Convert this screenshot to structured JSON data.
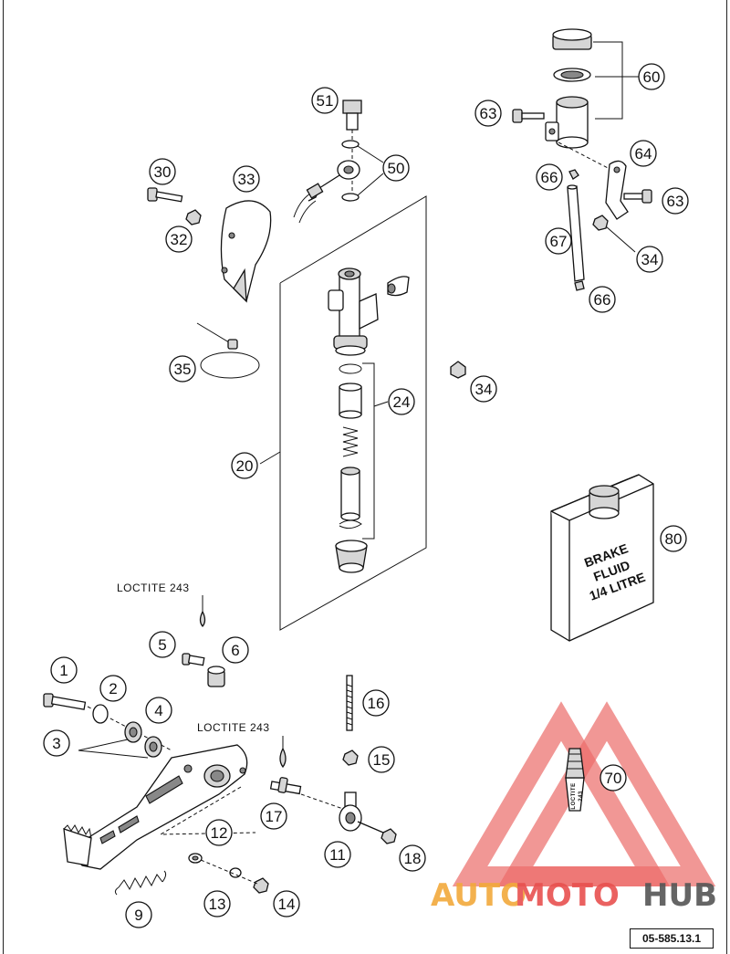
{
  "callouts": [
    {
      "id": "c60",
      "label": "60"
    },
    {
      "id": "c63a",
      "label": "63"
    },
    {
      "id": "c51",
      "label": "51"
    },
    {
      "id": "c50",
      "label": "50"
    },
    {
      "id": "c64",
      "label": "64"
    },
    {
      "id": "c66a",
      "label": "66"
    },
    {
      "id": "c63b",
      "label": "63"
    },
    {
      "id": "c30",
      "label": "30"
    },
    {
      "id": "c33",
      "label": "33"
    },
    {
      "id": "c32",
      "label": "32"
    },
    {
      "id": "c67",
      "label": "67"
    },
    {
      "id": "c34a",
      "label": "34"
    },
    {
      "id": "c66b",
      "label": "66"
    },
    {
      "id": "c35",
      "label": "35"
    },
    {
      "id": "c34b",
      "label": "34"
    },
    {
      "id": "c24",
      "label": "24"
    },
    {
      "id": "c20",
      "label": "20"
    },
    {
      "id": "c80",
      "label": "80"
    },
    {
      "id": "c5",
      "label": "5"
    },
    {
      "id": "c6",
      "label": "6"
    },
    {
      "id": "c1",
      "label": "1"
    },
    {
      "id": "c2",
      "label": "2"
    },
    {
      "id": "c4",
      "label": "4"
    },
    {
      "id": "c16",
      "label": "16"
    },
    {
      "id": "c3",
      "label": "3"
    },
    {
      "id": "c15",
      "label": "15"
    },
    {
      "id": "c70",
      "label": "70"
    },
    {
      "id": "c17",
      "label": "17"
    },
    {
      "id": "c12",
      "label": "12"
    },
    {
      "id": "c11",
      "label": "11"
    },
    {
      "id": "c18",
      "label": "18"
    },
    {
      "id": "c9",
      "label": "9"
    },
    {
      "id": "c13",
      "label": "13"
    },
    {
      "id": "c14",
      "label": "14"
    }
  ],
  "labels": {
    "loctite_a": "LOCTITE 243",
    "loctite_b": "LOCTITE 243"
  },
  "bottle": {
    "line1": "BRAKE",
    "line2": "FLUID",
    "line3": "1/4 LITRE"
  },
  "tube": {
    "brand": "LOCTITE",
    "number": "243"
  },
  "watermark": {
    "part1": "AUTO",
    "part2": "MOTO",
    "part3": "HUB",
    "color_orange": "#f2a93b",
    "color_red": "#e8514f",
    "color_gray": "#555555"
  },
  "diagram_code": "05-585.13.1"
}
